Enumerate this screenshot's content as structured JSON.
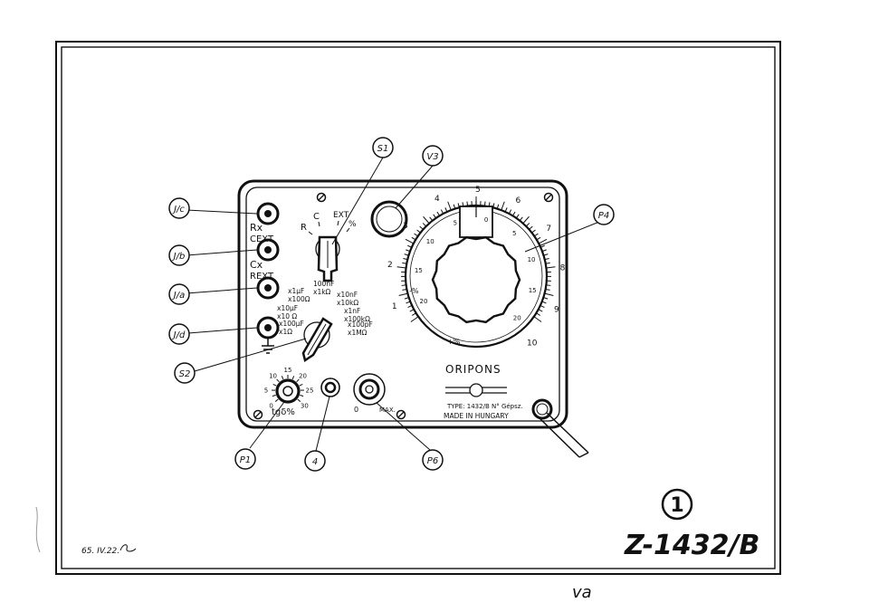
{
  "callouts": {
    "s1": "S1",
    "v3": "V3",
    "p4": "P4",
    "j1c": "J/c",
    "j1b": "J/b",
    "j1a": "J/a",
    "j1d": "J/d",
    "s2": "S2",
    "p1": "P1",
    "c4": "4",
    "p6": "P6"
  },
  "terminals": {
    "rx": "Rx",
    "cext": "CEXT",
    "cx": "Cx",
    "rext": "REXT"
  },
  "switch_s1": {
    "r": "R",
    "c": "C",
    "ext": "EXT",
    "pct": "%"
  },
  "switch_s2": {
    "r1a": "x1μF",
    "r1b": "x100Ω",
    "r2a": "100nF",
    "r2b": "x1kΩ",
    "r3a": "x10nF",
    "r3b": "x10kΩ",
    "l1a": "x10μF",
    "l1b": "x10 Ω",
    "l2a": "x100μF",
    "l2b": "x1Ω",
    "r4a": "x1nF",
    "r4b": "x100kΩ",
    "r5a": "x100pF",
    "r5b": "x1MΩ"
  },
  "dial": {
    "outer": [
      "1",
      "2",
      "3",
      "4",
      "5",
      "6",
      "7",
      "8",
      "9",
      "10"
    ],
    "inner": [
      "20",
      "15",
      "10",
      "5",
      "0",
      "5",
      "10",
      "15",
      "20"
    ],
    "minus": "-%",
    "plus": "+%"
  },
  "p1_scale": [
    "0",
    "5",
    "10",
    "15",
    "20",
    "25",
    "30"
  ],
  "p1_label": "tgδ%",
  "p6_scale": {
    "min": "0",
    "max": "MAX."
  },
  "brand": "ORIPONS",
  "type_line": "TYPE: 1432/B  N° Gépsz.",
  "made_in": "MADE IN HUNGARY",
  "drawing_number": "Z-1432/B",
  "sheet_number": "1",
  "date_note": "65. IV.22.",
  "handwriting": "va"
}
